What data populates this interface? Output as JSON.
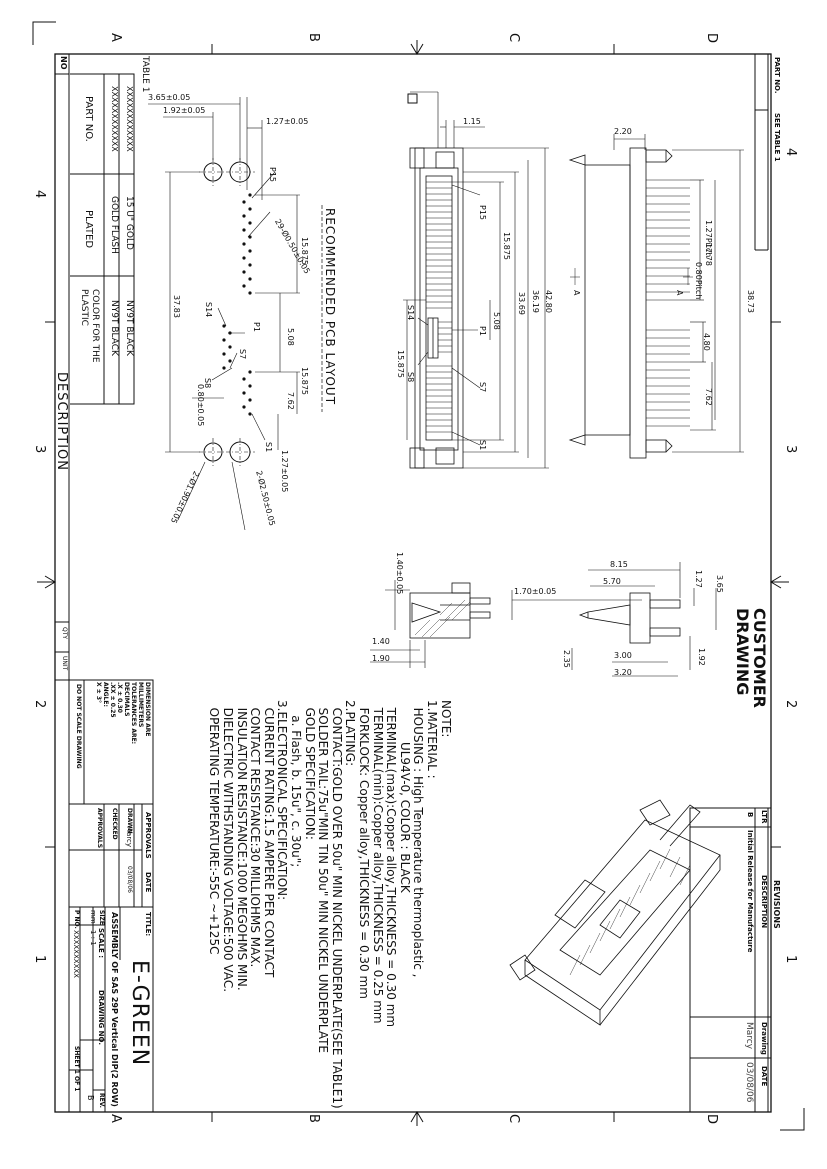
{
  "zones": {
    "top": [
      "A",
      "B",
      "C",
      "D"
    ],
    "bottom": [
      "A",
      "B",
      "C",
      "D"
    ],
    "left": [
      "4",
      "3",
      "2",
      "1"
    ],
    "right": [
      "4",
      "3",
      "2",
      "1"
    ]
  },
  "part_no_box": {
    "label": "PART NO.",
    "value": "SEE TABLE 1"
  },
  "table1": {
    "title": "TABLE 1",
    "header": [
      "PART NO.",
      "PLATED",
      "COLOR FOR THE PLASTIC"
    ],
    "rows": [
      [
        "XXXXXXXXXXXX",
        "15 U\" GOLD",
        "NY9T BLACK"
      ],
      [
        "XXXXXXXXXXXX",
        "GOLD FLASH",
        "NY9T BLACK"
      ]
    ]
  },
  "pcb_layout": {
    "title": "RECOMMENDED PCB LAYOUT",
    "dims": [
      "3.65±0.05",
      "1.92±0.05",
      "1.27±0.05",
      "15.875",
      "29-Ø0.50±0.05",
      "37.83",
      "5.08",
      "15.875",
      "7.62",
      "0.80±0.05",
      "1.27±0.05",
      "2-Ø1.90±0.05",
      "2-Ø2.50±0.05"
    ],
    "pins": [
      "P15",
      "S14",
      "P1",
      "S7",
      "S8",
      "S1"
    ]
  },
  "top_view": {
    "dims": [
      "1.15",
      "15.875",
      "15.875",
      "33.69",
      "36.19",
      "42.80",
      "5.08"
    ],
    "pins": [
      "P15",
      "S14",
      "P1",
      "S8",
      "S7",
      "S1"
    ]
  },
  "side_view": {
    "dims": [
      "2.20",
      "1.27Pitch",
      "0.80Pitch",
      "17.78",
      "38.73",
      "4.80",
      "7.62"
    ],
    "section": "A"
  },
  "section_view": {
    "dims": [
      "1.40±0.05",
      "1.40",
      "1.90"
    ]
  },
  "end_view": {
    "dims": [
      "8.15",
      "5.70",
      "1.70±0.05",
      "1.27",
      "3.65",
      "2.35",
      "3.00",
      "1.92",
      "3.20"
    ]
  },
  "customer_drawing": "CUSTOMER DRAWING",
  "notes": {
    "title": "NOTE:",
    "lines": [
      "1.MATERIAL :",
      "  HOUSING : High Temperature thermoplastic ,",
      "           UL94V-0, COLOR : BLACK",
      "  TERMINAL(max):Copper alloy,THICKNESS = 0.30 mm",
      "  TERMINAL(min):Copper alloy,THICKNESS = 0.25 mm",
      "  FORKLOCK: Copper alloy,THICKNESS = 0.30 mm",
      "2.PLATING:",
      "  CONTACT:GOLD OVER 50u\" MIN NICKEL UNDERPLATE(SEE TABLE1)",
      "  SOLDER TAIL:75u\"MIN TIN 50u\" MIN NICKEL UNDERPLATE",
      "  GOLD SPECIFICATION:",
      "    a. Flash, b. 15u\", c. 30u\";",
      "3.ELECTRONICAL SPECIFICATION:",
      "  CURRENT RATING:1.5 AMPERE PER CONTACT",
      "  CONTACT RESISTANCE:30 MILLIOHMS MAX.",
      "  INSULATION RESISTANCE:1000 MEGOHMS MIN.",
      "  DIELECTRIC WITHSTANDING VOLTAGE:500 VAC.",
      "  OPERATING TEMPERATURE:-55C ~+125C"
    ]
  },
  "revisions": {
    "title": "REVISIONS",
    "headers": [
      "LTR",
      "DESCRIPTION",
      "Drawing",
      "DATE"
    ],
    "row": [
      "B",
      "Initial Release for Manufacture",
      "Marcy",
      "03/08/06"
    ]
  },
  "title_block": {
    "company": "E-GREEN",
    "title_label": "TITLE:",
    "title": "ASSEMBLY OF SAS 29P Vertical DIP(2 ROW)",
    "approvals": "APPROVALS",
    "date_label": "DATE",
    "drawn_label": "DRAWN",
    "drawn_by": "Marcy",
    "drawn_date": "03/08/06",
    "checked_label": "CHECKED",
    "approvals_label": "APPROVALS",
    "dim_notes": [
      "DIMENSION ARE",
      "MILLIMETERS",
      "TOLERANCES ARE:",
      "DECIMALS",
      ".X  ± 0.30",
      ".XX ± 0.25",
      "ANGLE:",
      "X ± 3°"
    ],
    "do_not_scale": "DO NOT SCALE DRAWING",
    "size_label": "SIZE",
    "size": "mm",
    "scale_label": "SCALE :",
    "scale": "1 : 1",
    "dwg_no_label": "DRAWING NO.",
    "rev_label": "REV.",
    "rev": "B",
    "pno_label": "P NO.",
    "pno": "XXXXXXXXXX",
    "sheet": "SHEET 1 OF 1"
  },
  "description_label": "DESCRIPTION",
  "left_strip": {
    "no": "NO",
    "qty": "QTY",
    "unit": "UNIT"
  }
}
